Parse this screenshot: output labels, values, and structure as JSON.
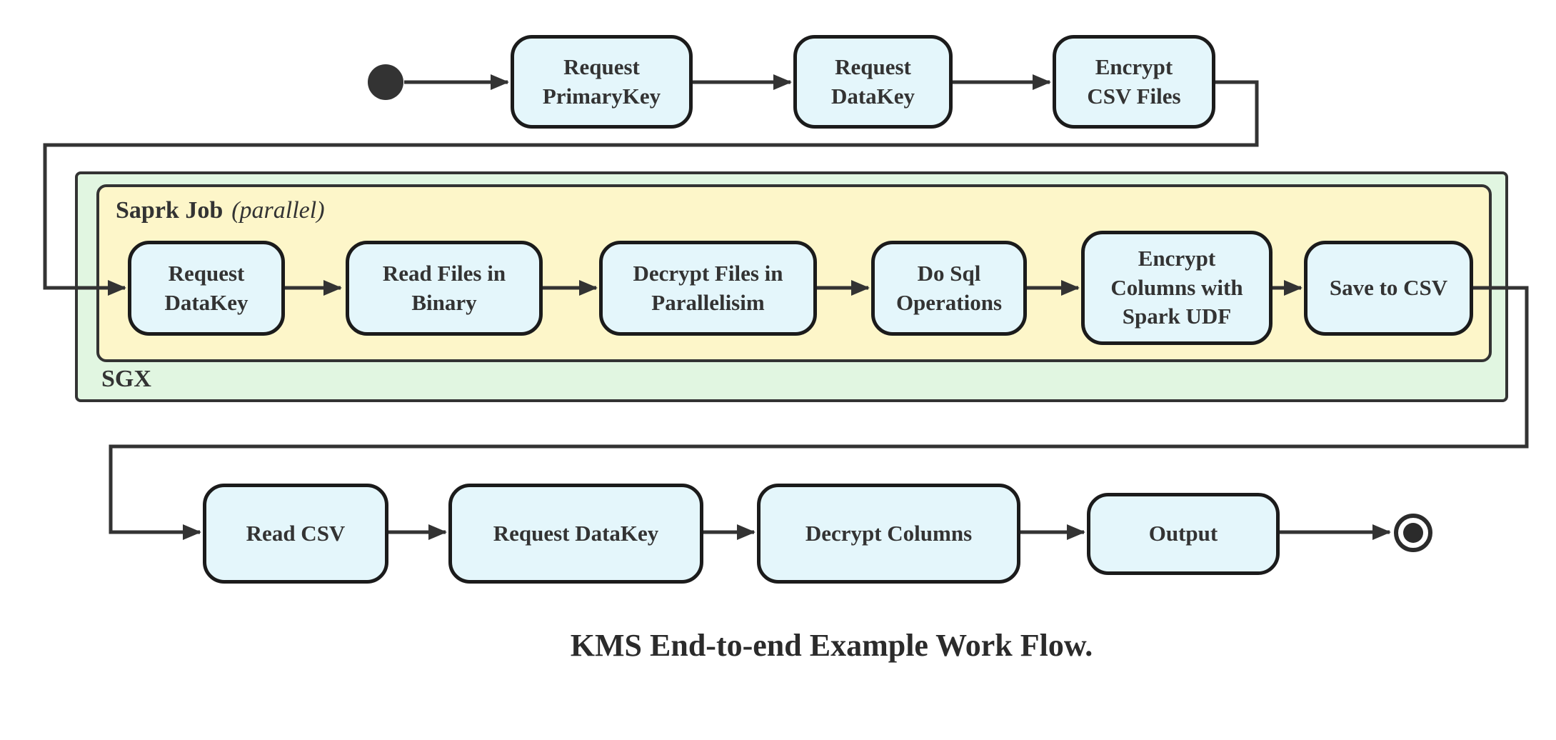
{
  "diagram": {
    "caption": "KMS End-to-end Example Work Flow.",
    "start_row": {
      "nodes": [
        {
          "label": "Request\nPrimaryKey"
        },
        {
          "label": "Request\nDataKey"
        },
        {
          "label": "Encrypt\nCSV Files"
        }
      ]
    },
    "sgx": {
      "label": "SGX",
      "spark_job": {
        "title": "Saprk Job",
        "title_suffix": "(parallel)",
        "nodes": [
          {
            "label": "Request\nDataKey"
          },
          {
            "label": "Read Files in\nBinary"
          },
          {
            "label": "Decrypt Files in\nParallelisim"
          },
          {
            "label": "Do Sql\nOperations"
          },
          {
            "label": "Encrypt\nColumns with\nSpark UDF"
          },
          {
            "label": "Save to CSV"
          }
        ]
      }
    },
    "end_row": {
      "nodes": [
        {
          "label": "Read CSV"
        },
        {
          "label": "Request DataKey"
        },
        {
          "label": "Decrypt Columns"
        },
        {
          "label": "Output"
        }
      ]
    },
    "colors": {
      "node_fill": "#e4f6fb",
      "sgx_fill": "#e1f6e1",
      "spark_fill": "#fdf6c9",
      "edge": "#333333",
      "text": "#333333"
    }
  }
}
